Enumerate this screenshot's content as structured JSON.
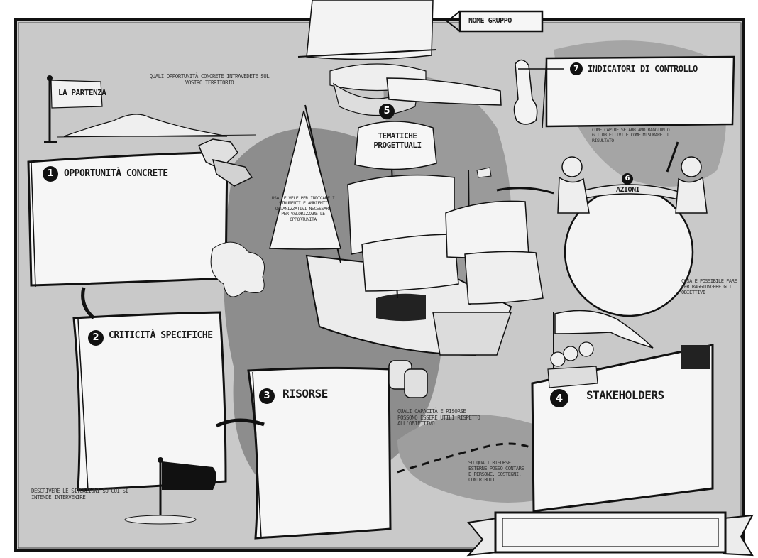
{
  "group_label": "NOME GRUPPO",
  "start": {
    "flag_label": "LA PARTENZA",
    "question": "QUALI OPPORTUNITÀ CONCRETE INTRAVEDETE SUL VOSTRO TERRITORIO"
  },
  "sections": [
    {
      "number": "1",
      "title": "OPPORTUNITÀ CONCRETE"
    },
    {
      "number": "2",
      "title": "CRITICITÀ SPECIFICHE"
    },
    {
      "number": "3",
      "title": "RISORSE"
    },
    {
      "number": "4",
      "title": "STAKEHOLDERS"
    },
    {
      "number": "5",
      "title": "TEMATICHE PROGETTUALI"
    },
    {
      "number": "6",
      "title": "AZIONI"
    },
    {
      "number": "7",
      "title": "INDICATORI DI CONTROLLO"
    }
  ],
  "notes": {
    "sails": "USA LE VELE PER INDICARE I STRUMENTI E AMBIENTI ORGANIZZATIVI NECESSARI PER VALORIZZARE LE OPPORTUNITÀ",
    "situations": "DESCRIVERE LE SITUAZIONI SU CUI SI INTENDE INTERVENIRE",
    "resources": "QUALI CAPACITÀ E RISORSE POSSONO ESSERE UTILI RISPETTO ALL'OBIETTIVO",
    "stakeholders": "SU QUALI RISORSE ESTERNE POSSO CONTARE E PERSONE, SOSTEGNI, CONTRIBUTI",
    "indicators": "COME CAPIRE SE ABBIAMO RAGGIUNTO GLI OBIETTIVI E COME MISURARE IL RISULTATO",
    "actions": "COSA È POSSIBILE FARE PER RAGGIUNGERE GLI OBIETTIVI"
  },
  "colors": {
    "background": "#c9c9c9",
    "paper": "#f6f6f6",
    "ink": "#111111",
    "shadow": "#8d8d8d"
  }
}
